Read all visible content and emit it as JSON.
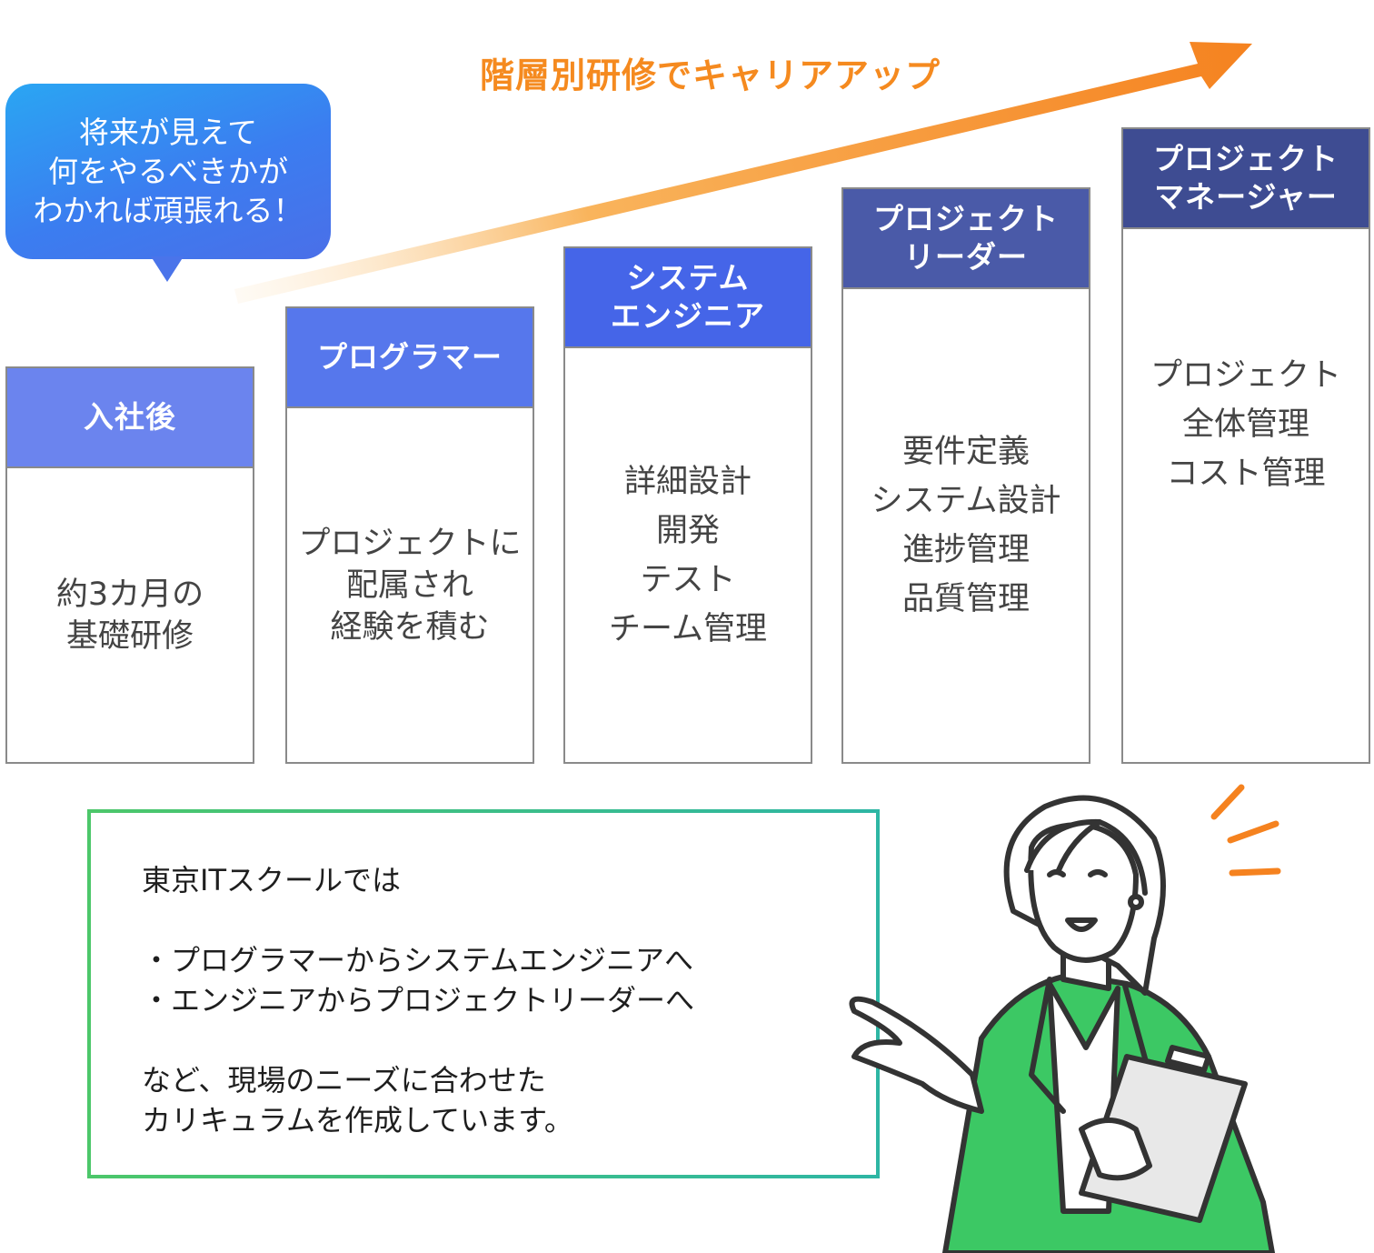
{
  "arrow": {
    "title": "階層別研修でキャリアアップ",
    "color_start": "#fdebd0",
    "color_end": "#f5821f"
  },
  "bubble": {
    "lines": [
      "将来が見えて",
      "何をやるべきかが",
      "わかれば頑張れる！"
    ],
    "color": "#3b82f0"
  },
  "columns": [
    {
      "title": [
        "入社後"
      ],
      "body": [
        "約3カ月の",
        "基礎研修"
      ],
      "color": "#6b84ee"
    },
    {
      "title": [
        "プログラマー"
      ],
      "body": [
        "プロジェクトに",
        "配属され",
        "経験を積む"
      ],
      "color": "#5677ec"
    },
    {
      "title": [
        "システム",
        "エンジニア"
      ],
      "body": [
        "詳細設計",
        "開発",
        "テスト",
        "チーム管理"
      ],
      "color": "#4565e8"
    },
    {
      "title": [
        "プロジェクト",
        "リーダー"
      ],
      "body": [
        "要件定義",
        "システム設計",
        "進捗管理",
        "品質管理"
      ],
      "color": "#4a5aa8"
    },
    {
      "title": [
        "プロジェクト",
        "マネージャー"
      ],
      "body": [
        "プロジェクト",
        "全体管理",
        "コスト管理"
      ],
      "color": "#3e4c92"
    }
  ],
  "info": {
    "intro": "東京ITスクールでは",
    "bullets": [
      "・プログラマーからシステムエンジニアへ",
      "・エンジニアからプロジェクトリーダーへ"
    ],
    "closing": [
      "など、現場のニーズに合わせた",
      "カリキュラムを作成しています。"
    ],
    "border_color": "#35c58e"
  },
  "illustration": {
    "jacket_color": "#3cc864",
    "icon": "presenter-woman-icon"
  }
}
